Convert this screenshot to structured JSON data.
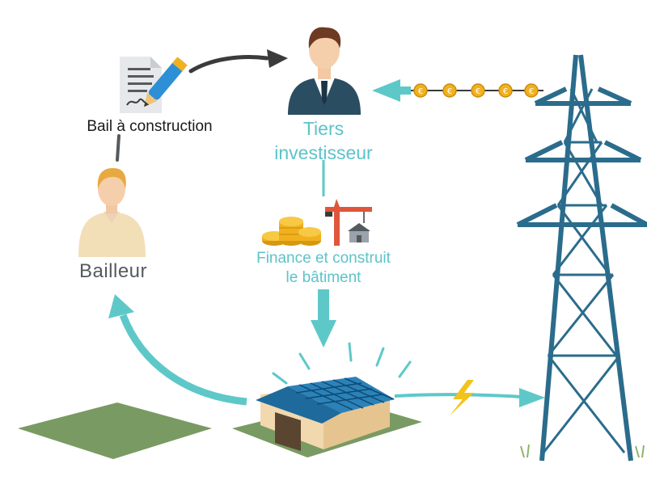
{
  "labels": {
    "lease": "Bail à construction",
    "landlord": "Bailleur",
    "investor_line1": "Tiers",
    "investor_line2": "investisseur",
    "finance_line1": "Finance et construit",
    "finance_line2": "le bâtiment"
  },
  "coin_symbol": "€",
  "icons": [
    "contract-pen-icon",
    "businessman-icon",
    "person-icon",
    "coins-icon",
    "crane-icon",
    "solar-barn-icon",
    "lightning-icon",
    "pylon-icon",
    "field-icon"
  ],
  "colors": {
    "teal": "#5ec8c9",
    "dark_arrow": "#3b3b3b",
    "pylon": "#2b6c8c",
    "grass": "#7a9a63",
    "coin": "#f1b11f",
    "roof": "#1e6a9c",
    "barn_wall": "#f2d8ae"
  }
}
